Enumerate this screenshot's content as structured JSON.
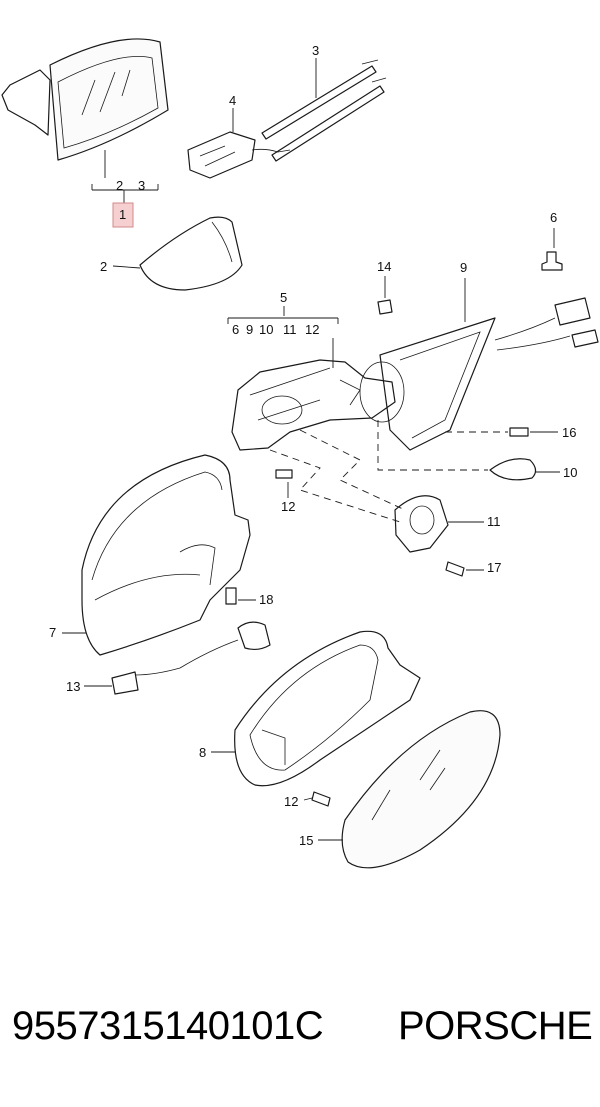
{
  "diagram": {
    "callouts": {
      "c1": "1",
      "c2a": "2",
      "c3a": "3",
      "c2": "2",
      "c3": "3",
      "c4": "4",
      "c5": "5",
      "c5_sub": [
        "6",
        "9",
        "10",
        "11",
        "12"
      ],
      "c6": "6",
      "c7": "7",
      "c8": "8",
      "c9": "9",
      "c10": "10",
      "c11": "11",
      "c12a": "12",
      "c12b": "12",
      "c13": "13",
      "c14": "14",
      "c15": "15",
      "c16": "16",
      "c17": "17",
      "c18": "18"
    },
    "highlight_color": "#f6d0d0"
  },
  "footer": {
    "part_number": "9557315140101C",
    "brand": "PORSCHE"
  }
}
